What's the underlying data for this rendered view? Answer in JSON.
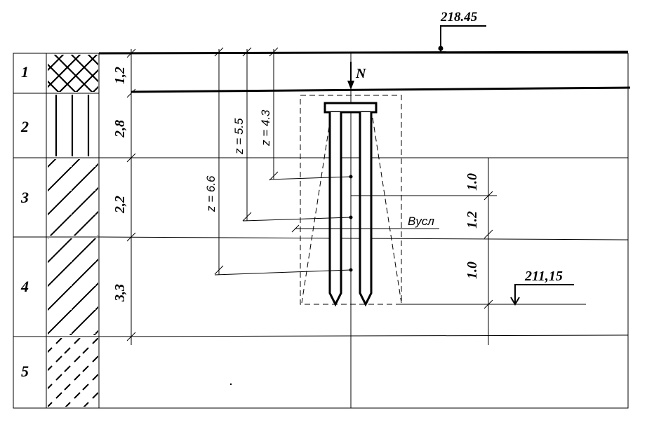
{
  "layers": [
    {
      "number": "1",
      "thickness": "1,2",
      "pattern": "crosshatch"
    },
    {
      "number": "2",
      "thickness": "2,8",
      "pattern": "vertical-lines"
    },
    {
      "number": "3",
      "thickness": "2,2",
      "pattern": "diagonal-lines"
    },
    {
      "number": "4",
      "thickness": "3,3",
      "pattern": "diagonal-lines"
    },
    {
      "number": "5",
      "thickness": "",
      "pattern": "dashed-diagonal-lines"
    }
  ],
  "elevations": {
    "surface": "218.45",
    "pile_tip": "211,15"
  },
  "load_label": "N",
  "z_depths": [
    "z = 6.6",
    "z = 5.5",
    "z = 4.3"
  ],
  "segment_lengths": [
    "1.0",
    "1.2",
    "1.0"
  ],
  "conditional_width_label": "Bусл"
}
